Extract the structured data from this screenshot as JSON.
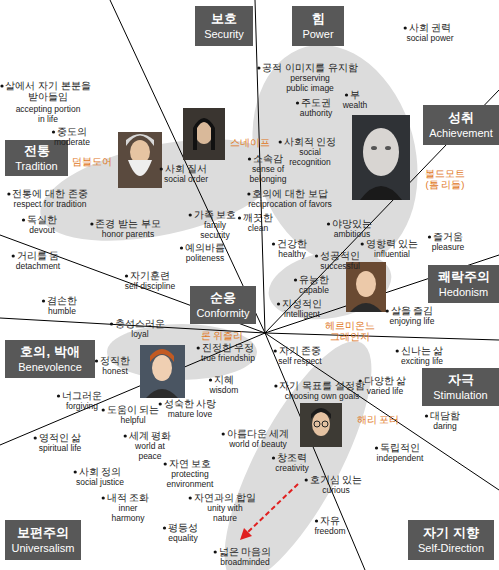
{
  "diagram": {
    "nodes": [
      {
        "text": [
          "보호",
          "Security"
        ]
      },
      {
        "text": [
          "힘",
          "Power"
        ]
      },
      {
        "text": [
          "성취",
          "Achievement"
        ]
      },
      {
        "text": [
          "전통",
          "Tradition"
        ]
      },
      {
        "text": [
          "쾌락주의",
          "Hedonism"
        ]
      },
      {
        "text": [
          "순응",
          "Conformity"
        ]
      },
      {
        "text": [
          "호의, 박애",
          "Benevolence"
        ]
      },
      {
        "text": [
          "자극",
          "Stimulation"
        ]
      },
      {
        "text": [
          "보편주의",
          "Universalism"
        ]
      },
      {
        "text": [
          "자기 지향",
          "Self-Direction"
        ]
      }
    ],
    "labels": [
      "사회 권력",
      "social power",
      "살에서 자기 본분을 받아들임",
      "accepting portion in life",
      "공적 이미지를 유지함",
      "perserving public image",
      "부",
      "wealth",
      "주도권",
      "authority",
      "중도의",
      "moderate",
      "사회적 인정",
      "social recognition",
      "덤블도어",
      "스네이프",
      "소속감",
      "sense of belonging",
      "사회 질서",
      "social order",
      "볼드모트 (톰 리들)",
      "호의에 대한 보답",
      "reciprocation of favors",
      "가족 보호",
      "family security",
      "깨끗한",
      "clean",
      "존경 받는 부모",
      "honor parents",
      "전통에 대한 존중",
      "respect for tradition",
      "독실한",
      "devout",
      "야망있는",
      "ambitious",
      "즐거움",
      "pleasure",
      "영향력 있는",
      "influential",
      "예의바름",
      "politeness",
      "건강한",
      "healthy",
      "성공적인",
      "successful",
      "거리를 둠",
      "detachment",
      "유능한",
      "capable",
      "자기훈련",
      "self discipline",
      "겸손한",
      "humble",
      "지성적인",
      "intelligent",
      "살을 즐김",
      "enjoying life",
      "헤르미온느 그레인저",
      "충성스러운",
      "loyal",
      "론 위즐리",
      "진정한 우정",
      "true friendship",
      "자기 존중",
      "self respect",
      "신나는 삶",
      "exciting life",
      "정직한",
      "honest",
      "지혜",
      "wisdom",
      "다양한 삶",
      "varied life",
      "자기 목표를 설정함",
      "choosing own goals",
      "너그러운",
      "forgiving",
      "성숙한 사랑",
      "mature love",
      "도움이 되는",
      "helpful",
      "대담함",
      "daring",
      "해리 포터",
      "아름다운 세계",
      "world of beauty",
      "세계 평화",
      "world at peace",
      "영적인 삶",
      "spiritual life",
      "독립적인",
      "independent",
      "창조력",
      "creativity",
      "자연 보호",
      "protecting environment",
      "사회 정의",
      "social justice",
      "호기심 있는",
      "curious",
      "내적 조화",
      "inner harmony",
      "자연과의 합일",
      "unity with nature",
      "자유",
      "freedom",
      "평등성",
      "equality",
      "넓은 마음의",
      "broadminded"
    ]
  }
}
